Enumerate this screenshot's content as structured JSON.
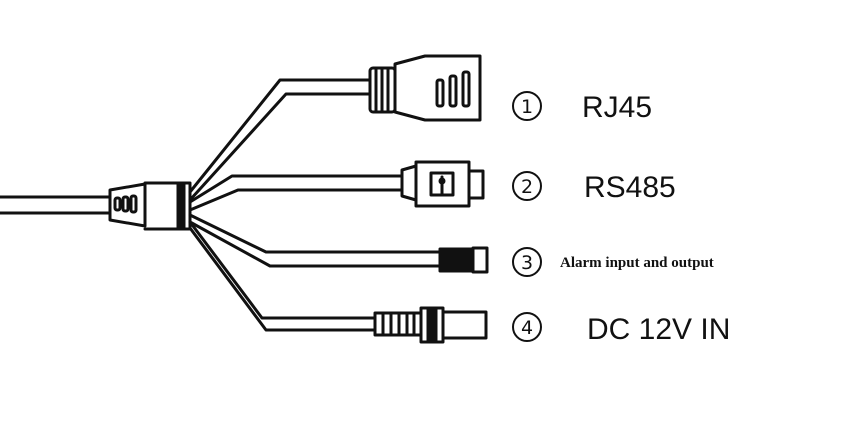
{
  "connectors": [
    {
      "number": "1",
      "label": "RJ45"
    },
    {
      "number": "2",
      "label": "RS485"
    },
    {
      "number": "3",
      "label": "Alarm input and output"
    },
    {
      "number": "4",
      "label": "DC 12V IN"
    }
  ],
  "colors": {
    "line": "#111111",
    "background": "#ffffff"
  }
}
